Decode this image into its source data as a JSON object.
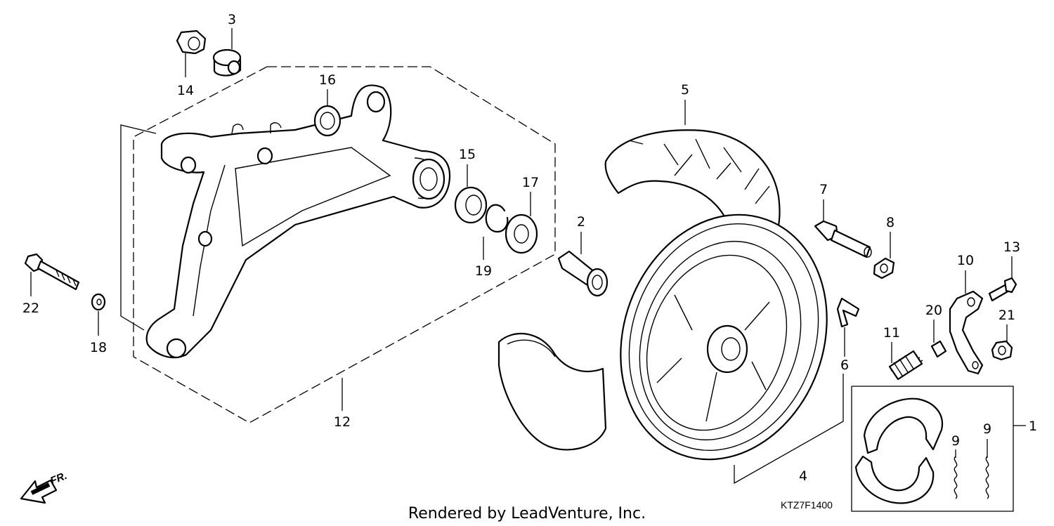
{
  "diagram": {
    "credit": "Rendered by LeadVenture, Inc.",
    "code": "KTZ7F1400",
    "direction_label": "FR."
  },
  "callouts": [
    {
      "id": "p1",
      "text": "1"
    },
    {
      "id": "p2",
      "text": "2"
    },
    {
      "id": "p3",
      "text": "3"
    },
    {
      "id": "p4",
      "text": "4"
    },
    {
      "id": "p5",
      "text": "5"
    },
    {
      "id": "p6",
      "text": "6"
    },
    {
      "id": "p7",
      "text": "7"
    },
    {
      "id": "p8",
      "text": "8"
    },
    {
      "id": "p9a",
      "text": "9"
    },
    {
      "id": "p9b",
      "text": "9"
    },
    {
      "id": "p10",
      "text": "10"
    },
    {
      "id": "p11",
      "text": "11"
    },
    {
      "id": "p12",
      "text": "12"
    },
    {
      "id": "p13",
      "text": "13"
    },
    {
      "id": "p14",
      "text": "14"
    },
    {
      "id": "p15",
      "text": "15"
    },
    {
      "id": "p16",
      "text": "16"
    },
    {
      "id": "p17",
      "text": "17"
    },
    {
      "id": "p18",
      "text": "18"
    },
    {
      "id": "p19",
      "text": "19"
    },
    {
      "id": "p20",
      "text": "20"
    },
    {
      "id": "p21",
      "text": "21"
    },
    {
      "id": "p22",
      "text": "22"
    }
  ]
}
